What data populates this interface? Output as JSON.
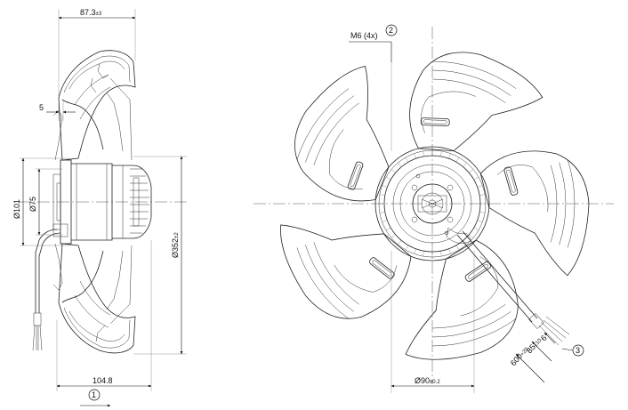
{
  "side_view": {
    "dim_depth": "87.3",
    "dim_depth_tol": "±3",
    "dim_offset": "5",
    "dim_hub_101": "Ø101",
    "dim_hub_75": "Ø75",
    "dim_diameter": "Ø352",
    "dim_diameter_tol": "±2",
    "dim_overall": "104.8",
    "callout_1": "1"
  },
  "front_view": {
    "screw_label": "M6 (4x)",
    "callout_2": "2",
    "callout_3": "3",
    "dim_bolt_circle": "Ø90",
    "dim_bolt_circle_tol": "±0.2",
    "cable_len_600": "600",
    "cable_len_600_tol": "+20",
    "cable_len_85": "85",
    "cable_len_85_tol": "±10",
    "cable_len_6": "6"
  }
}
